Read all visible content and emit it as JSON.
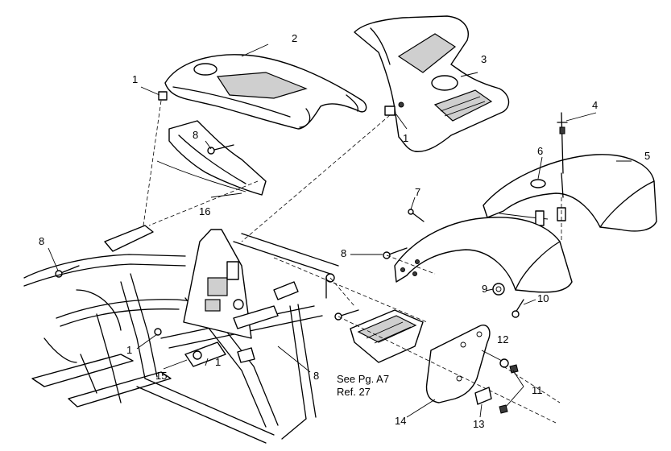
{
  "callouts": {
    "c1a": "1",
    "c1b": "1",
    "c1c": "1",
    "c1d": "1",
    "c2": "2",
    "c3": "3",
    "c4": "4",
    "c5": "5",
    "c6": "6",
    "c7": "7",
    "c8a": "8",
    "c8b": "8",
    "c8c": "8",
    "c8d": "8",
    "c9": "9",
    "c10": "10",
    "c11": "11",
    "c12": "12",
    "c13": "13",
    "c14": "14",
    "c15": "15",
    "c16": "16"
  },
  "note": {
    "line1": "See Pg. A7",
    "line2": "Ref. 27"
  }
}
